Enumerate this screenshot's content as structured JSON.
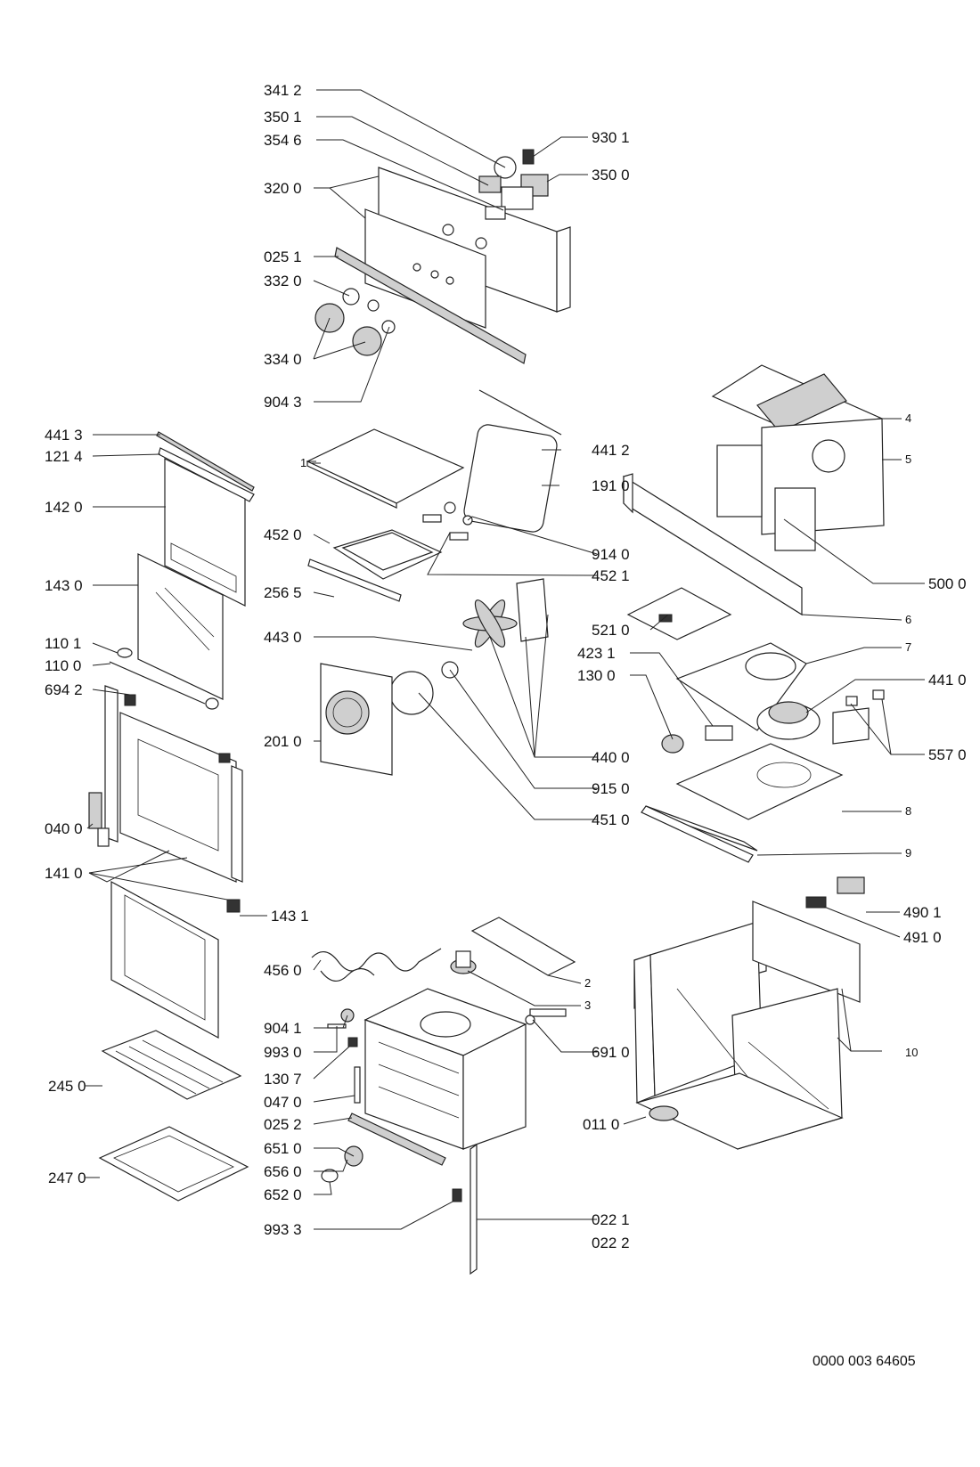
{
  "reference_number": "0000 003 64605",
  "labels": [
    "341 2",
    "350 1",
    "354 6",
    "320 0",
    "025 1",
    "332 0",
    "334 0",
    "904 3",
    "930 1",
    "350 0",
    "441 3",
    "121 4",
    "142 0",
    "143 0",
    "110 1",
    "110 0",
    "694 2",
    "201 0",
    "040 0",
    "141 0",
    "143 1",
    "452 0",
    "256 5",
    "443 0",
    "441 2",
    "191 0",
    "914 0",
    "452 1",
    "440 0",
    "915 0",
    "451 0",
    "500 0",
    "521 0",
    "441 0",
    "423 1",
    "130 0",
    "557 0",
    "490 1",
    "491 0",
    "456 0",
    "904 1",
    "993 0",
    "130 7",
    "047 0",
    "025 2",
    "651 0",
    "656 0",
    "652 0",
    "993 3",
    "245 0",
    "247 0",
    "691 0",
    "022 1",
    "022 2",
    "011 0"
  ],
  "small_labels": [
    "1",
    "2",
    "3",
    "4",
    "5",
    "6",
    "7",
    "8",
    "9",
    "10"
  ]
}
